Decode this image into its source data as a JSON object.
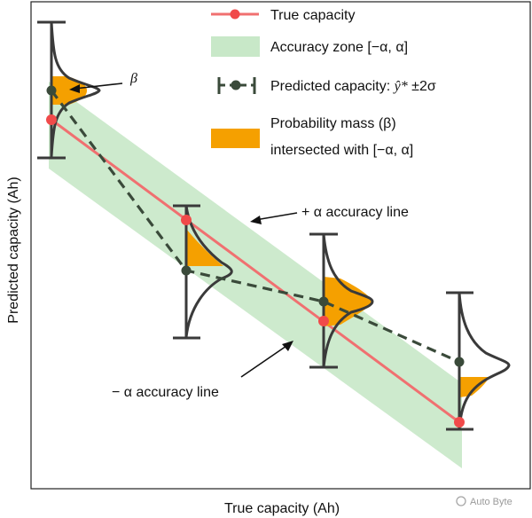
{
  "axes": {
    "xlabel": "True capacity (Ah)",
    "ylabel": "Predicted capacity (Ah)"
  },
  "legend": {
    "true_capacity": "True capacity",
    "accuracy_zone": "Accuracy zone [−α, α]",
    "predicted_prefix": "Predicted capacity: ",
    "predicted_symbol": "ŷ*",
    "predicted_suffix": " ±2σ",
    "probability_line1": "Probability mass (β)",
    "probability_line2": "intersected with [−α, α]"
  },
  "annotations": {
    "beta": "β",
    "plus_alpha": "+ α accuracy line",
    "minus_alpha": "− α accuracy line"
  },
  "watermark": "Auto Byte",
  "colors": {
    "true_line": "#f07070",
    "true_marker": "#f04a4a",
    "zone": "#c8e8c8",
    "predicted": "#3a4a3a",
    "probability": "#f5a000",
    "curve": "#3a3a3a"
  },
  "diagram_data": {
    "points": [
      {
        "true": 58,
        "predicted": 102
      },
      {
        "true": 210,
        "predicted": 305
      },
      {
        "true": 365,
        "predicted": 340
      },
      {
        "true": 518,
        "predicted": 408
      }
    ],
    "true_values": [
      135,
      248,
      362,
      476
    ]
  }
}
